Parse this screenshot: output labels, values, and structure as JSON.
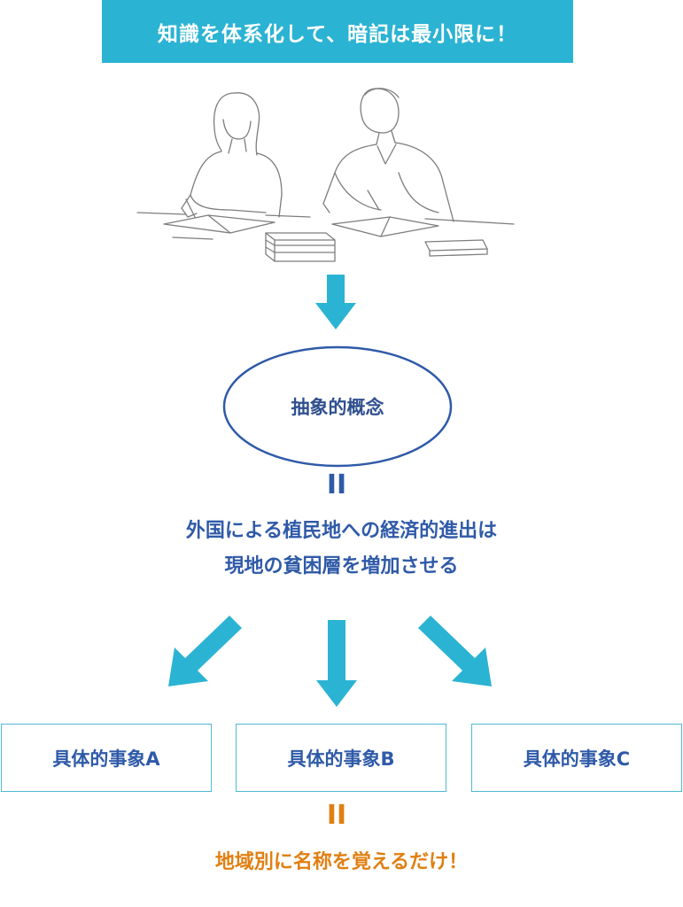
{
  "banner": {
    "text": "知識を体系化して、暗記は最小限に！"
  },
  "concept": {
    "label": "抽象的概念"
  },
  "equals": {
    "symbol": "II"
  },
  "statement": {
    "line1": "外国による植民地への経済的進出は",
    "line2": "現地の貧困層を増加させる"
  },
  "examples": [
    {
      "label": "具体的事象A"
    },
    {
      "label": "具体的事象B"
    },
    {
      "label": "具体的事象C"
    }
  ],
  "footer": {
    "text": "地域別に名称を覚えるだけ！"
  },
  "colors": {
    "accent": "#2bb3d3",
    "blue_text": "#2f5aa8",
    "orange_text": "#e07f12",
    "ellipse_stroke": "#2f5aa8"
  }
}
